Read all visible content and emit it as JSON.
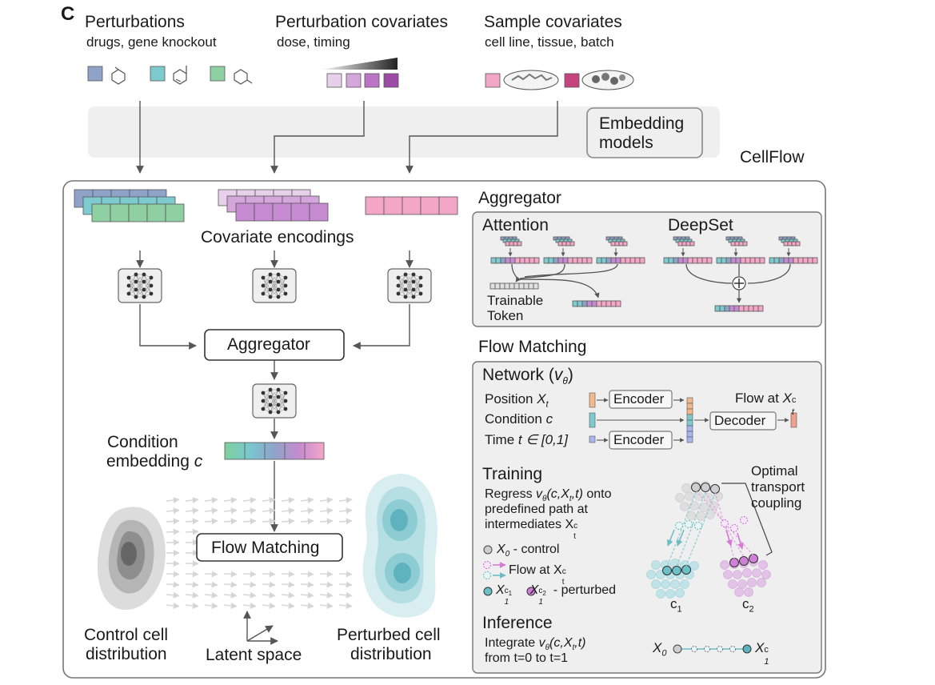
{
  "panel_letter": "C",
  "inputs": {
    "perturbations": {
      "title": "Perturbations",
      "subtitle": "drugs, gene knockout"
    },
    "perturbation_covariates": {
      "title": "Perturbation covariates",
      "subtitle": "dose, timing"
    },
    "sample_covariates": {
      "title": "Sample covariates",
      "subtitle": "cell line, tissue, batch"
    }
  },
  "embedding_models": {
    "line1": "Embedding",
    "line2": "models"
  },
  "cellflow_label": "CellFlow",
  "left": {
    "covariate_encodings": "Covariate encodings",
    "aggregator": "Aggregator",
    "condition_embedding": {
      "line1": "Condition",
      "line2": "embedding",
      "var": "c"
    },
    "flow_matching": "Flow Matching",
    "control": {
      "line1": "Control cell",
      "line2": "distribution"
    },
    "latent": "Latent space",
    "perturbed": {
      "line1": "Perturbed cell",
      "line2": "distribution"
    }
  },
  "aggregator_panel": {
    "heading": "Aggregator",
    "attention": "Attention",
    "deepset": "DeepSet",
    "trainable": {
      "line1": "Trainable",
      "line2": "Token"
    }
  },
  "flow_panel": {
    "heading": "Flow Matching",
    "network": {
      "title": "Network (",
      "theta_v": "v",
      "theta_sub": "θ",
      "close": ")",
      "position": "Position ",
      "position_var": "X",
      "position_sub": "t",
      "condition": "Condition ",
      "condition_var": "c",
      "time": "Time ",
      "time_var": "t",
      "time_range": " ∈ [0,1]",
      "encoder": "Encoder",
      "decoder": "Decoder",
      "flow_at": "Flow at ",
      "flow_var": "X",
      "flow_sub": "t",
      "flow_sup": "c"
    },
    "training": {
      "title": "Training",
      "line1a": "Regress ",
      "line1b": "v",
      "line1c": "θ",
      "line1d": "(c,X",
      "line1e": "t",
      "line1f": ",t)",
      "line1g": " onto",
      "line2": "predefined path at",
      "line3a": "intermediates X",
      "line3b": "t",
      "line3c": "c",
      "ot": {
        "line1": "Optimal",
        "line2": "transport",
        "line3": "coupling"
      },
      "legend_control_var": "X",
      "legend_control_sub": "0",
      "legend_control": " - control",
      "legend_flow": "Flow at X",
      "legend_flow_sub": "t",
      "legend_flow_sup": "c",
      "legend_pert_var": "X",
      "legend_pert_sub": "1",
      "legend_pert_sup1": "c",
      "legend_pert_sup1s": "1",
      "legend_pert_sup2": "c",
      "legend_pert_sup2s": "2",
      "legend_pert": " - perturbed",
      "c1": "c",
      "c1s": "1",
      "c2": "c",
      "c2s": "2"
    },
    "inference": {
      "title": "Inference",
      "line1a": "Integrate ",
      "line1b": "v",
      "line1c": "θ",
      "line1d": "(c,X",
      "line1e": "t",
      "line1f": ",t)",
      "line2": "from t=0 to t=1",
      "x0": "X",
      "x0s": "0",
      "x1": "X",
      "x1s": "1",
      "x1c": "c"
    }
  },
  "colors": {
    "blue": "#8fa3c8",
    "teal": "#7ecbcf",
    "green": "#8fd0a2",
    "purple_light": "#e6d0ea",
    "purple_mid": "#d4a6dc",
    "purple": "#bb74c6",
    "purple_dark": "#9c4aa6",
    "pink": "#f3a6c6",
    "magenta": "#c54480",
    "orange": "#f4b98a",
    "lavender": "#a9b6ee"
  }
}
